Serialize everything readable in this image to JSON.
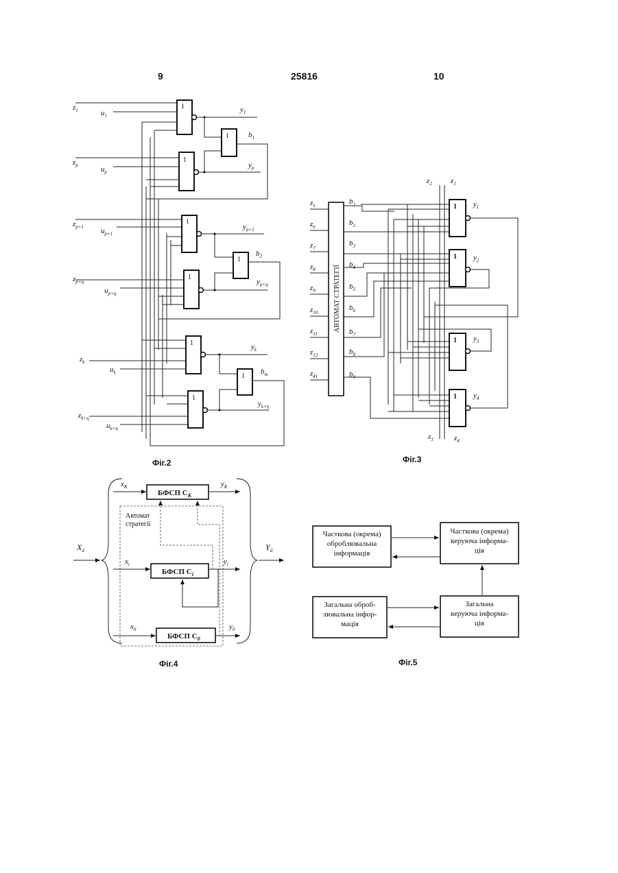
{
  "header": {
    "left_page": "9",
    "patent_number": "25816",
    "right_page": "10"
  },
  "gate_symbol": "1",
  "fig2": {
    "caption": "Фіг.2",
    "inputs": [
      {
        "z": "z",
        "zs": "1",
        "u": "u",
        "us": "1"
      },
      {
        "z": "z",
        "zs": "p",
        "u": "u",
        "us": "p"
      },
      {
        "z": "z",
        "zs": "p+1",
        "u": "u",
        "us": "p+1"
      },
      {
        "z": "z",
        "zs": "p+q",
        "u": "u",
        "us": "p+q"
      },
      {
        "z": "z",
        "zs": "k",
        "u": "u",
        "us": "k"
      },
      {
        "z": "z",
        "zs": "k+η",
        "u": "u",
        "us": "k+η"
      }
    ],
    "outputs": [
      {
        "y": "y",
        "ys": "1"
      },
      {
        "y": "y",
        "ys": "p"
      },
      {
        "y": "y",
        "ys": "p+1"
      },
      {
        "y": "y",
        "ys": "p+q"
      },
      {
        "y": "y",
        "ys": "k"
      },
      {
        "y": "y",
        "ys": "k+η"
      }
    ],
    "b_outputs": [
      {
        "b": "b",
        "bs": "1"
      },
      {
        "b": "b",
        "bs": "2"
      },
      {
        "b": "b",
        "bs": "m"
      }
    ]
  },
  "fig3": {
    "caption": "Фіг.3",
    "automaton_label": "АВТОМАТ СТРАТЕГІЇ",
    "z_inputs": [
      {
        "t": "z",
        "s": "5"
      },
      {
        "t": "z",
        "s": "6"
      },
      {
        "t": "z",
        "s": "7"
      },
      {
        "t": "z",
        "s": "8"
      },
      {
        "t": "z",
        "s": "9"
      },
      {
        "t": "z",
        "s": "10"
      },
      {
        "t": "z",
        "s": "11"
      },
      {
        "t": "z",
        "s": "12"
      },
      {
        "t": "z",
        "s": "41"
      }
    ],
    "b_outputs": [
      {
        "t": "b",
        "s": "1"
      },
      {
        "t": "b",
        "s": "2"
      },
      {
        "t": "b",
        "s": "3"
      },
      {
        "t": "b",
        "s": "4"
      },
      {
        "t": "b",
        "s": "5"
      },
      {
        "t": "b",
        "s": "6"
      },
      {
        "t": "b",
        "s": "7"
      },
      {
        "t": "b",
        "s": "8"
      },
      {
        "t": "b",
        "s": "9"
      }
    ],
    "top_z": [
      {
        "t": "z",
        "s": "2"
      },
      {
        "t": "z",
        "s": "1"
      }
    ],
    "bottom_z": [
      {
        "t": "z",
        "s": "3"
      },
      {
        "t": "z",
        "s": "4"
      }
    ],
    "outputs": [
      {
        "t": "y",
        "s": "1"
      },
      {
        "t": "y",
        "s": "2"
      },
      {
        "t": "y",
        "s": "3"
      },
      {
        "t": "y",
        "s": "4"
      }
    ]
  },
  "fig4": {
    "caption": "Фіг.4",
    "automaton_label_1": "Автомат",
    "automaton_label_2": "стратегії",
    "input_main": {
      "t": "X",
      "s": "d"
    },
    "output_main": {
      "t": "Y",
      "s": "d"
    },
    "blocks": [
      {
        "name": "БФСП C",
        "s": "K",
        "in": "x",
        "ins": "K",
        "out": "y",
        "outs": "K"
      },
      {
        "name": "БФСП C",
        "s": "i",
        "in": "x",
        "ins": "i",
        "out": "y",
        "outs": "i"
      },
      {
        "name": "БФСП C",
        "s": "0",
        "in": "x",
        "ins": "0",
        "out": "y",
        "outs": "0"
      }
    ]
  },
  "fig5": {
    "caption": "Фіг.5",
    "box_tl": [
      "Часткова (окрема)",
      "оброблювальна",
      "інформація"
    ],
    "box_tr": [
      "Часткова (окрема)",
      "керуюча інформа-",
      "ція"
    ],
    "box_bl": [
      "Загальна оброб-",
      "лювальна інфор-",
      "мація"
    ],
    "box_br": [
      "Загальна",
      "керуюча інформа-",
      "ція"
    ]
  }
}
